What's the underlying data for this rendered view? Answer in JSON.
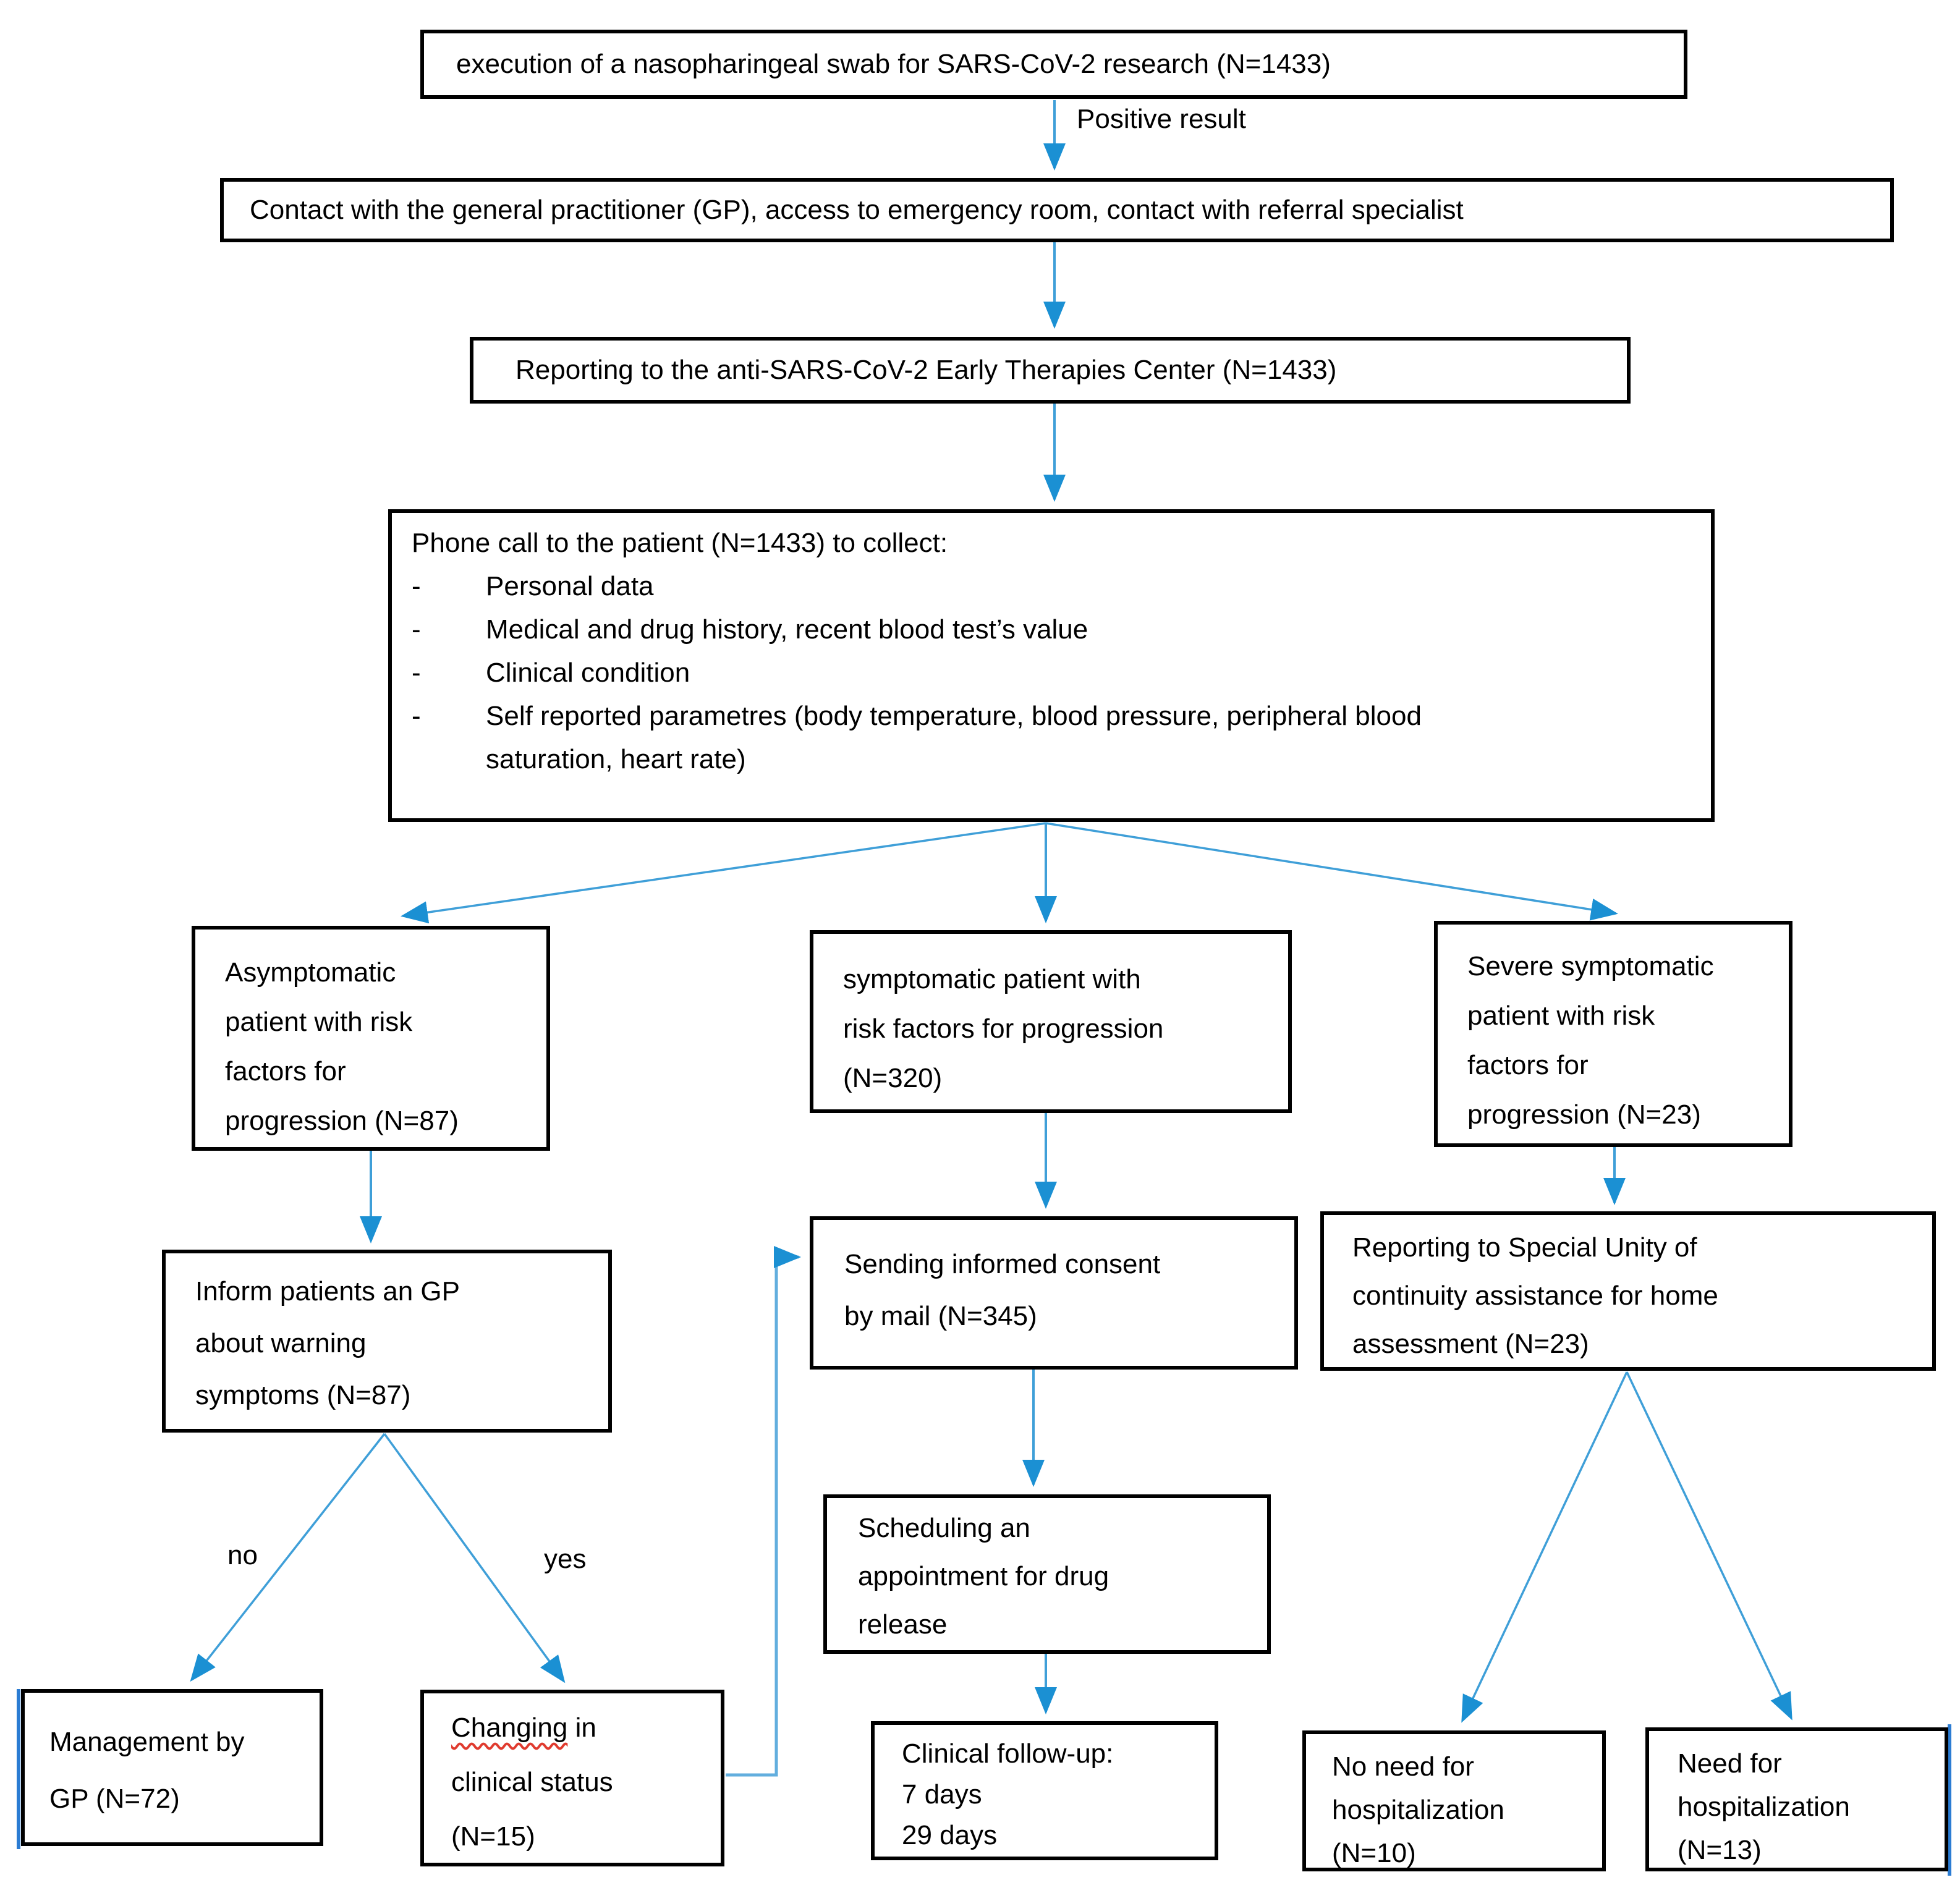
{
  "colors": {
    "arrow": "#3f9fd8",
    "arrowhead": "#1b90d3",
    "arrow_light": "#62aede",
    "artifact": "#2b7cd3",
    "squiggle": "#e03b2f",
    "box_border": "#000000",
    "background": "#ffffff"
  },
  "nodes": {
    "swab": "execution of a nasopharingeal swab for SARS-CoV-2 research (N=1433)",
    "positive_result": "Positive result",
    "contact": "Contact with the general practitioner (GP), access to emergency room, contact with referral specialist",
    "reporting_center": "Reporting to the anti-SARS-CoV-2 Early Therapies Center (N=1433)",
    "phone_call": {
      "title": "Phone call to the patient (N=1433) to collect:",
      "bullet": "-",
      "items": [
        "Personal data",
        "Medical and drug history, recent blood test’s value",
        "Clinical condition",
        "Self reported parametres (body temperature, blood pressure, peripheral blood saturation, heart rate)"
      ]
    },
    "asymptomatic": "Asymptomatic patient with risk factors for progression (N=87)",
    "symptomatic": "symptomatic patient with risk factors for progression (N=320)",
    "severe": "Severe symptomatic patient with risk factors for progression (N=23)",
    "inform": "Inform patients an GP about warning symptoms (N=87)",
    "no_label": "no",
    "yes_label": "yes",
    "management": "Management by GP (N=72)",
    "changing": {
      "word": "Changing",
      "rest": " in clinical status (N=15)"
    },
    "sending": "Sending informed consent by mail (N=345)",
    "scheduling": "Scheduling an appointment for drug release",
    "followup": {
      "line1": "Clinical follow-up:",
      "line2": "7 days",
      "line3": "29 days"
    },
    "special_unity": "Reporting to Special Unity of continuity assistance for home assessment (N=23)",
    "no_hospitalization": "No need for hospitalization (N=10)",
    "need_hospitalization": "Need for hospitalization (N=13)"
  }
}
